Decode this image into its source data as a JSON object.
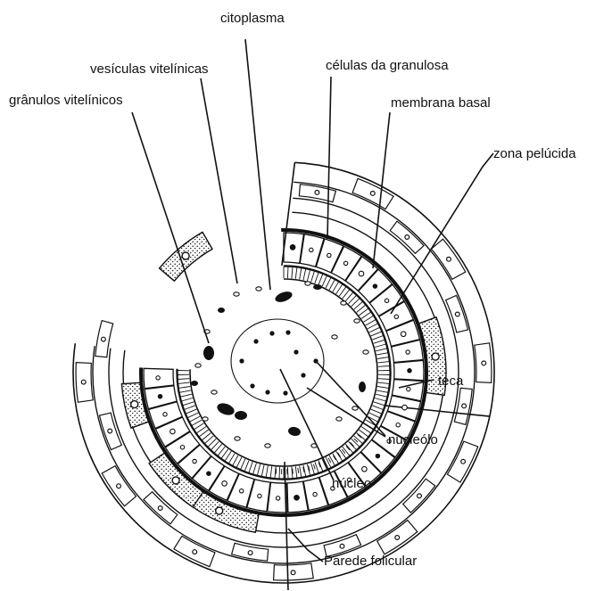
{
  "labels": {
    "citoplasma": "citoplasma",
    "vesiculas": "vesículas vitelínicas",
    "celulas": "células da granulosa",
    "granulos": "grânulos vitelínicos",
    "membrana": "membrana basal",
    "zona": "zona pelúcida",
    "teca": "teca",
    "nucleolo": "nucleólo",
    "nucleo": "núcleo",
    "parede": "Parede folicular"
  },
  "colors": {
    "ink": "#111111",
    "paper": "#ffffff",
    "stipple": "#9a9a9a"
  }
}
